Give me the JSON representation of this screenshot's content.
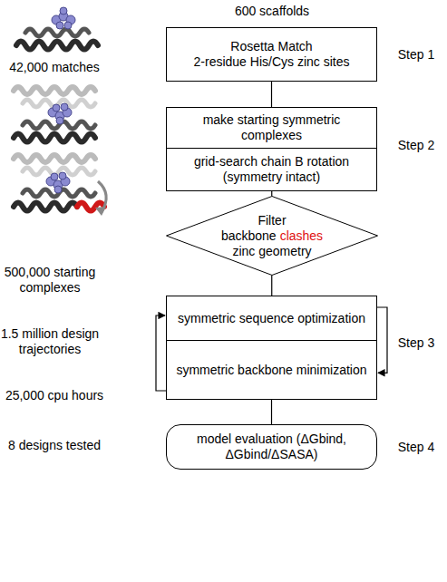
{
  "diagram": {
    "nodes": [
      {
        "text": [
          "Rosetta Match",
          "2-residue His/Cys zinc sites"
        ]
      },
      {
        "text": [
          "make starting symmetric complexes"
        ]
      },
      {
        "text": [
          "grid-search chain B rotation (symmetry intact)"
        ]
      },
      {
        "text": [
          "Filter",
          "backbone",
          "clashes",
          "zinc geometry"
        ]
      },
      {
        "text": [
          "symmetric sequence optimization"
        ]
      },
      {
        "text": [
          "symmetric backbone minimization"
        ]
      },
      {
        "text": [
          "model evaluation (ΔGbind, ΔGbind/ΔSASA)"
        ]
      }
    ],
    "edges": [
      {
        "from": 0,
        "to": 1,
        "arrow": "none"
      },
      {
        "from": 2,
        "to": 3,
        "arrow": "none"
      },
      {
        "from": 3,
        "to": 4,
        "arrow": "none"
      },
      {
        "from": 4,
        "to": 5,
        "arrow": "to"
      },
      {
        "from": 5,
        "to": 4,
        "arrow": "to"
      },
      {
        "from": 5,
        "to": 6,
        "arrow": "none"
      }
    ],
    "labels": [
      "600 scaffolds",
      "42,000 matches",
      "Step 1",
      "Step 2",
      "500,000 starting complexes",
      "1.5 million design trajectories",
      "Step 3",
      "25,000 cpu hours",
      "8 designs tested",
      "Step 4"
    ]
  }
}
